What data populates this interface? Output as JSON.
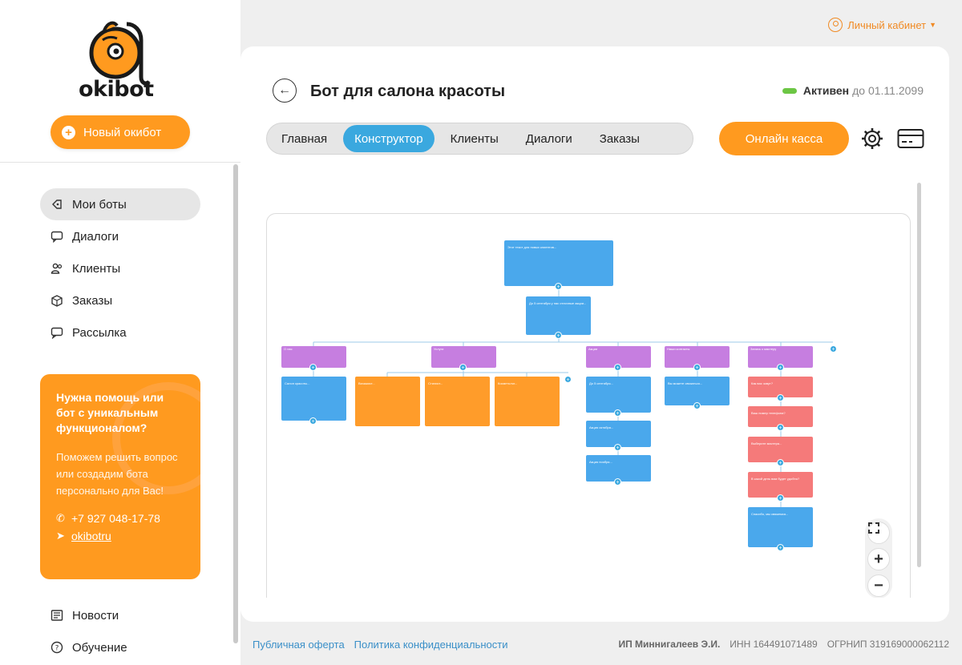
{
  "brand": {
    "logo_text": "okibot"
  },
  "sidebar": {
    "new_bot_label": "Новый окибот",
    "items": [
      {
        "label": "Мои боты",
        "icon": "bot-icon"
      },
      {
        "label": "Диалоги",
        "icon": "chat-icon"
      },
      {
        "label": "Клиенты",
        "icon": "users-icon"
      },
      {
        "label": "Заказы",
        "icon": "box-icon"
      },
      {
        "label": "Рассылка",
        "icon": "message-icon"
      }
    ],
    "help": {
      "title": "Нужна помощь или бот с уникальным функционалом?",
      "text": "Поможем решить вопрос или создадим бота персонально для Вас!",
      "phone": "+7 927 048-17-78",
      "telegram": "okibotru"
    },
    "bottom_items": [
      {
        "label": "Новости",
        "icon": "news-icon"
      },
      {
        "label": "Обучение",
        "icon": "help-icon"
      }
    ]
  },
  "header": {
    "account_label": "Личный кабинет"
  },
  "page": {
    "title": "Бот для салона красоты",
    "status_label": "Активен",
    "status_until": "до 01.11.2099",
    "status_color": "#6cc644"
  },
  "tabs": [
    {
      "label": "Главная",
      "active": false
    },
    {
      "label": "Конструктор",
      "active": true
    },
    {
      "label": "Клиенты",
      "active": false
    },
    {
      "label": "Диалоги",
      "active": false
    },
    {
      "label": "Заказы",
      "active": false
    }
  ],
  "actions": {
    "cash_label": "Онлайн касса"
  },
  "footer": {
    "offer": "Публичная оферта",
    "privacy": "Политика конфиденциальности",
    "company": "ИП Миннигалеев Э.И.",
    "inn": "ИНН 164491071489",
    "ogrnip": "ОГРНИП 319169000062112"
  },
  "colors": {
    "accent": "#ff9a1f",
    "tab_active": "#3aa8df",
    "node_blue": "#4aa8ec",
    "node_purple": "#c67ee0",
    "node_orange": "#ff9c2a",
    "node_red": "#f57a7a"
  }
}
